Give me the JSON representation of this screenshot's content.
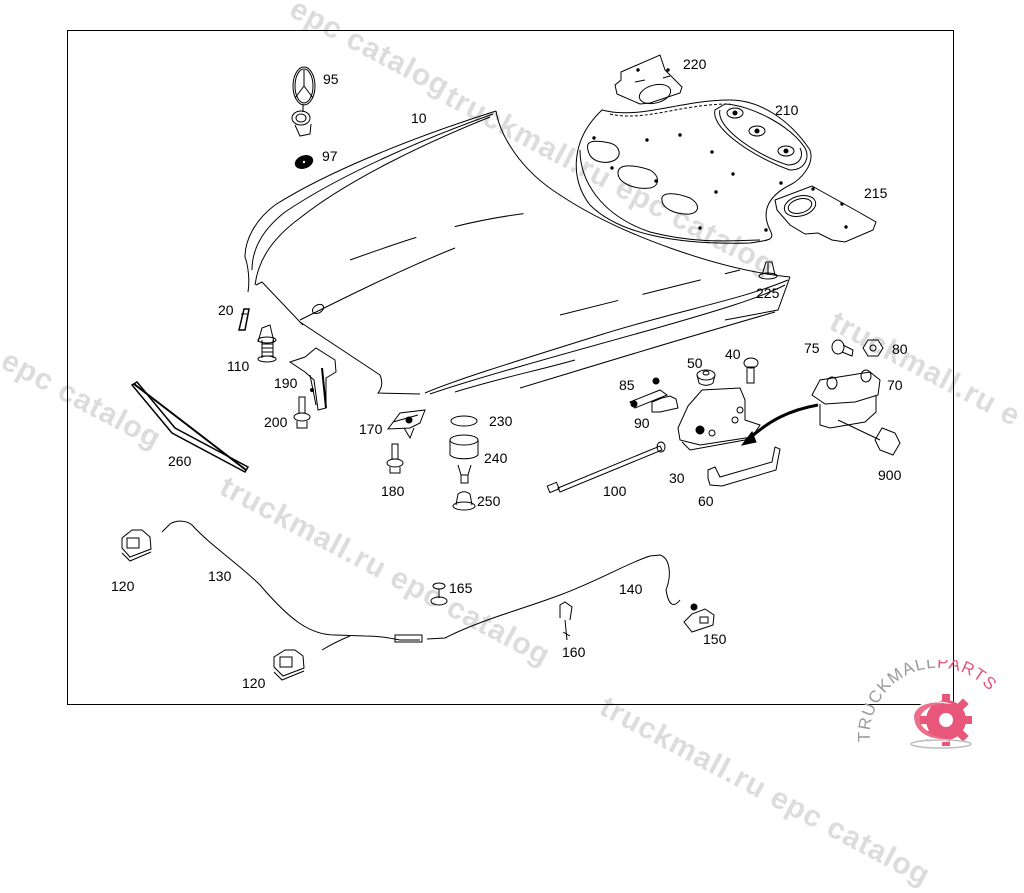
{
  "diagram": {
    "title": "Engine hood / bonnet assembly parts diagram",
    "part_labels": [
      {
        "id": "p95",
        "text": "95"
      },
      {
        "id": "p10",
        "text": "10"
      },
      {
        "id": "p97",
        "text": "97"
      },
      {
        "id": "p220",
        "text": "220"
      },
      {
        "id": "p210",
        "text": "210"
      },
      {
        "id": "p215",
        "text": "215"
      },
      {
        "id": "p225",
        "text": "225"
      },
      {
        "id": "p20",
        "text": "20"
      },
      {
        "id": "p110",
        "text": "110"
      },
      {
        "id": "p190",
        "text": "190"
      },
      {
        "id": "p200",
        "text": "200"
      },
      {
        "id": "p260",
        "text": "260"
      },
      {
        "id": "p170",
        "text": "170"
      },
      {
        "id": "p180",
        "text": "180"
      },
      {
        "id": "p230",
        "text": "230"
      },
      {
        "id": "p240",
        "text": "240"
      },
      {
        "id": "p250",
        "text": "250"
      },
      {
        "id": "p75",
        "text": "75"
      },
      {
        "id": "p80",
        "text": "80"
      },
      {
        "id": "p70",
        "text": "70"
      },
      {
        "id": "p50",
        "text": "50"
      },
      {
        "id": "p40",
        "text": "40"
      },
      {
        "id": "p85",
        "text": "85"
      },
      {
        "id": "p90",
        "text": "90"
      },
      {
        "id": "p30",
        "text": "30"
      },
      {
        "id": "p100",
        "text": "100"
      },
      {
        "id": "p60",
        "text": "60"
      },
      {
        "id": "p900",
        "text": "900"
      },
      {
        "id": "p120a",
        "text": "120"
      },
      {
        "id": "p130",
        "text": "130"
      },
      {
        "id": "p165",
        "text": "165"
      },
      {
        "id": "p140",
        "text": "140"
      },
      {
        "id": "p160",
        "text": "160"
      },
      {
        "id": "p150",
        "text": "150"
      },
      {
        "id": "p120b",
        "text": "120"
      }
    ]
  },
  "watermarks": {
    "text_1": "epc catalog",
    "text_2": "truckmall.ru epc catalog",
    "text_3": "truckmall.ru epc catalog",
    "text_4": "truckmall.ru epc catalog",
    "text_5": "l epc catalog",
    "text_6": "truckmall.ru e",
    "text_7": "truckm"
  },
  "logo": {
    "brand_part_1": "TRUCKMALL",
    "brand_part_2": "PARTS",
    "accent_color": "#e8577a",
    "gray_color": "#9a9a9a"
  }
}
